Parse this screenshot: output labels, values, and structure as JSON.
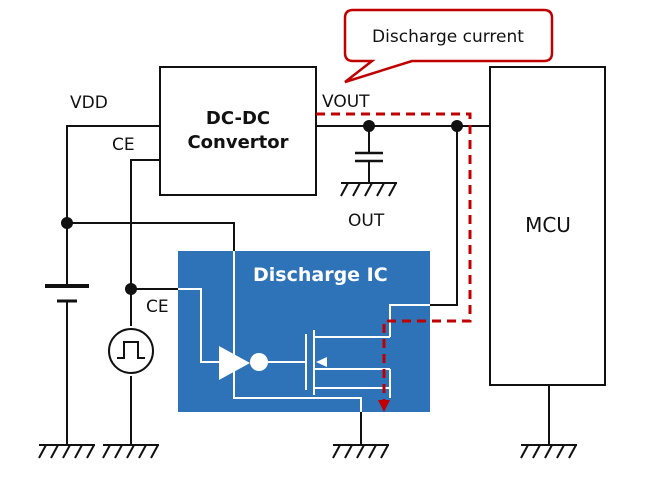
{
  "labels": {
    "vdd": "VDD",
    "ce_top": "CE",
    "ce_bottom": "CE",
    "vout": "VOUT",
    "out": "OUT",
    "dcdc_line1": "DC-DC",
    "dcdc_line2": "Convertor",
    "mcu": "MCU",
    "discharge_ic": "Discharge IC",
    "callout": "Discharge current"
  },
  "colors": {
    "wire": "#111111",
    "ic_fill": "#2e72b8",
    "discharge_path": "#c00000",
    "callout_border": "#c00000"
  },
  "icons": {
    "battery": "battery-icon",
    "pulse_source": "pulse-source-icon",
    "capacitor": "capacitor-icon",
    "ground": "ground-icon",
    "buffer": "buffer-gate-icon",
    "mosfet": "mosfet-icon"
  }
}
